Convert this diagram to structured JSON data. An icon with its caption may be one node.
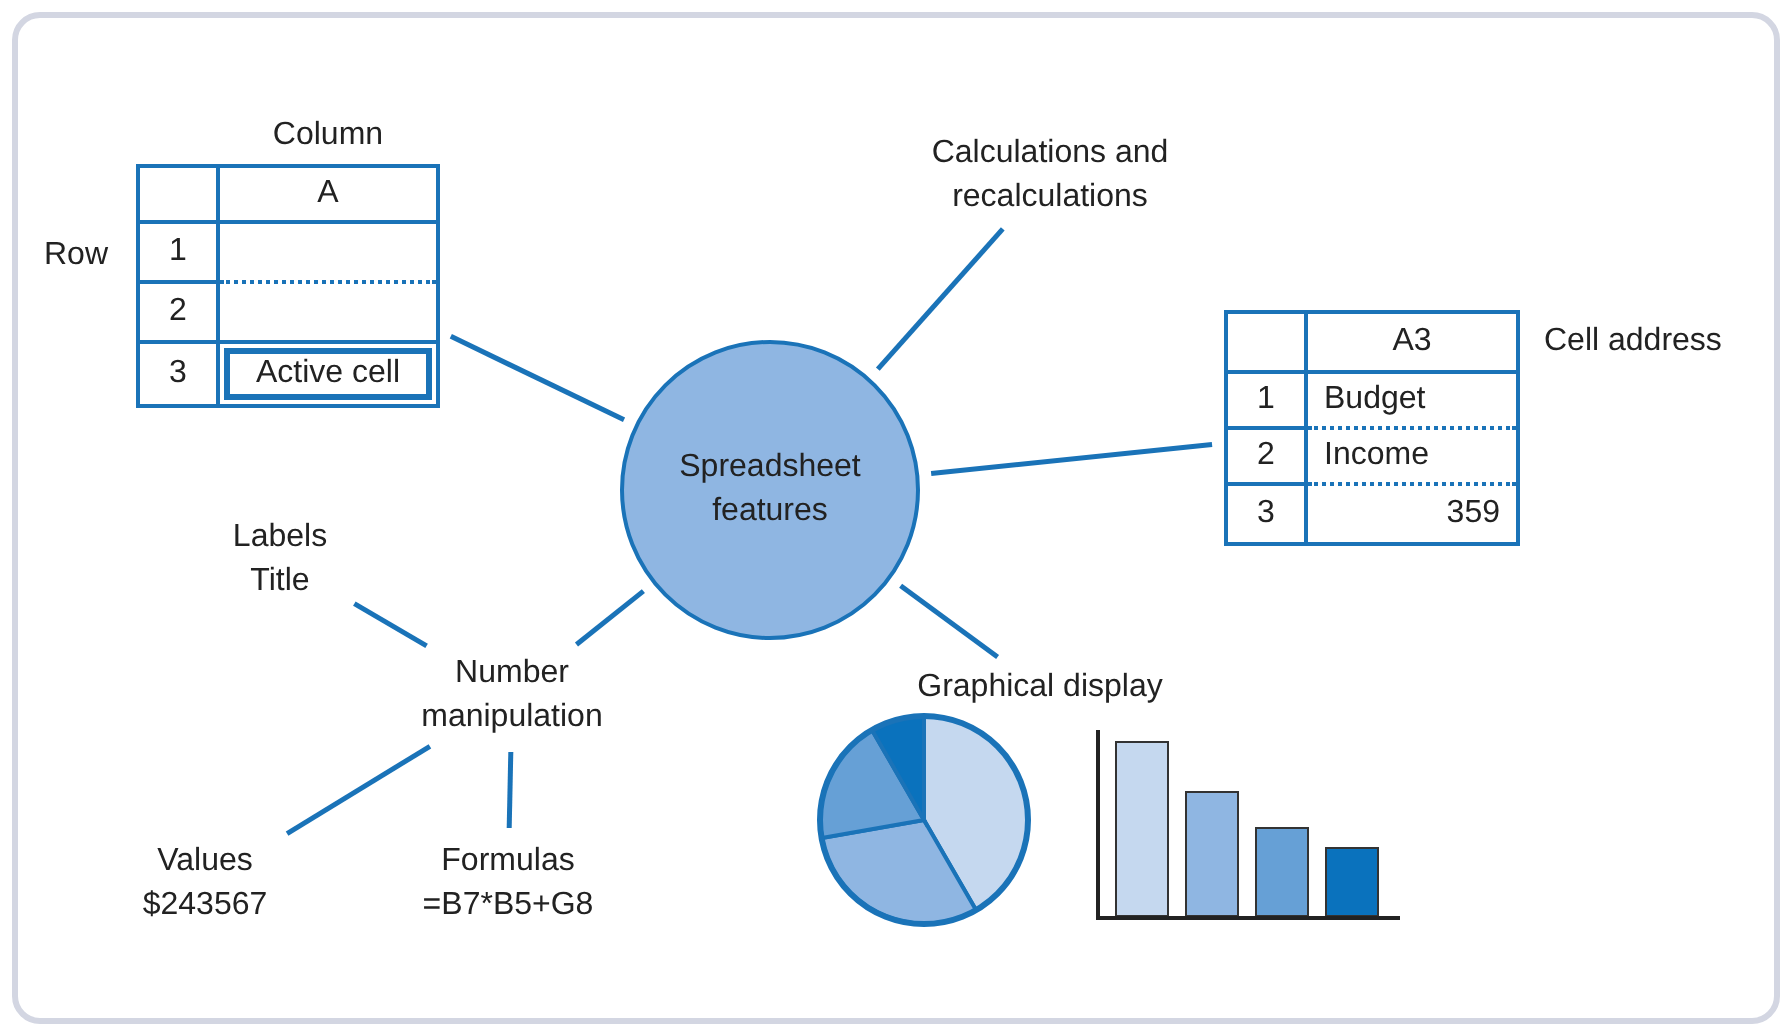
{
  "diagram": {
    "nodes": [
      {
        "text": [
          "Spreadsheet features"
        ]
      },
      {
        "text": [
          "Column",
          "A",
          "1",
          "2",
          "3",
          "Active cell"
        ],
        "beside": [
          "Row"
        ]
      },
      {
        "text": [
          "Calculations and recalculations"
        ]
      },
      {
        "text": [
          "A3",
          "1",
          "Budget",
          "2",
          "Income",
          "3",
          "359"
        ],
        "beside": [
          "Cell address"
        ]
      },
      {
        "text": [
          "Number manipulation"
        ]
      },
      {
        "text": [
          "Labels",
          "Title"
        ]
      },
      {
        "text": [
          "Values",
          "$243567"
        ]
      },
      {
        "text": [
          "Formulas",
          "=B7*B5+G8"
        ]
      },
      {
        "text": [
          "Graphical display"
        ]
      }
    ],
    "edges": [
      {
        "from": 0,
        "to": 1,
        "arrow": "none"
      },
      {
        "from": 0,
        "to": 2,
        "arrow": "none"
      },
      {
        "from": 0,
        "to": 3,
        "arrow": "none"
      },
      {
        "from": 0,
        "to": 4,
        "arrow": "none"
      },
      {
        "from": 0,
        "to": 8,
        "arrow": "none"
      },
      {
        "from": 4,
        "to": 5,
        "arrow": "none"
      },
      {
        "from": 4,
        "to": 6,
        "arrow": "none"
      },
      {
        "from": 4,
        "to": 7,
        "arrow": "none"
      }
    ]
  }
}
